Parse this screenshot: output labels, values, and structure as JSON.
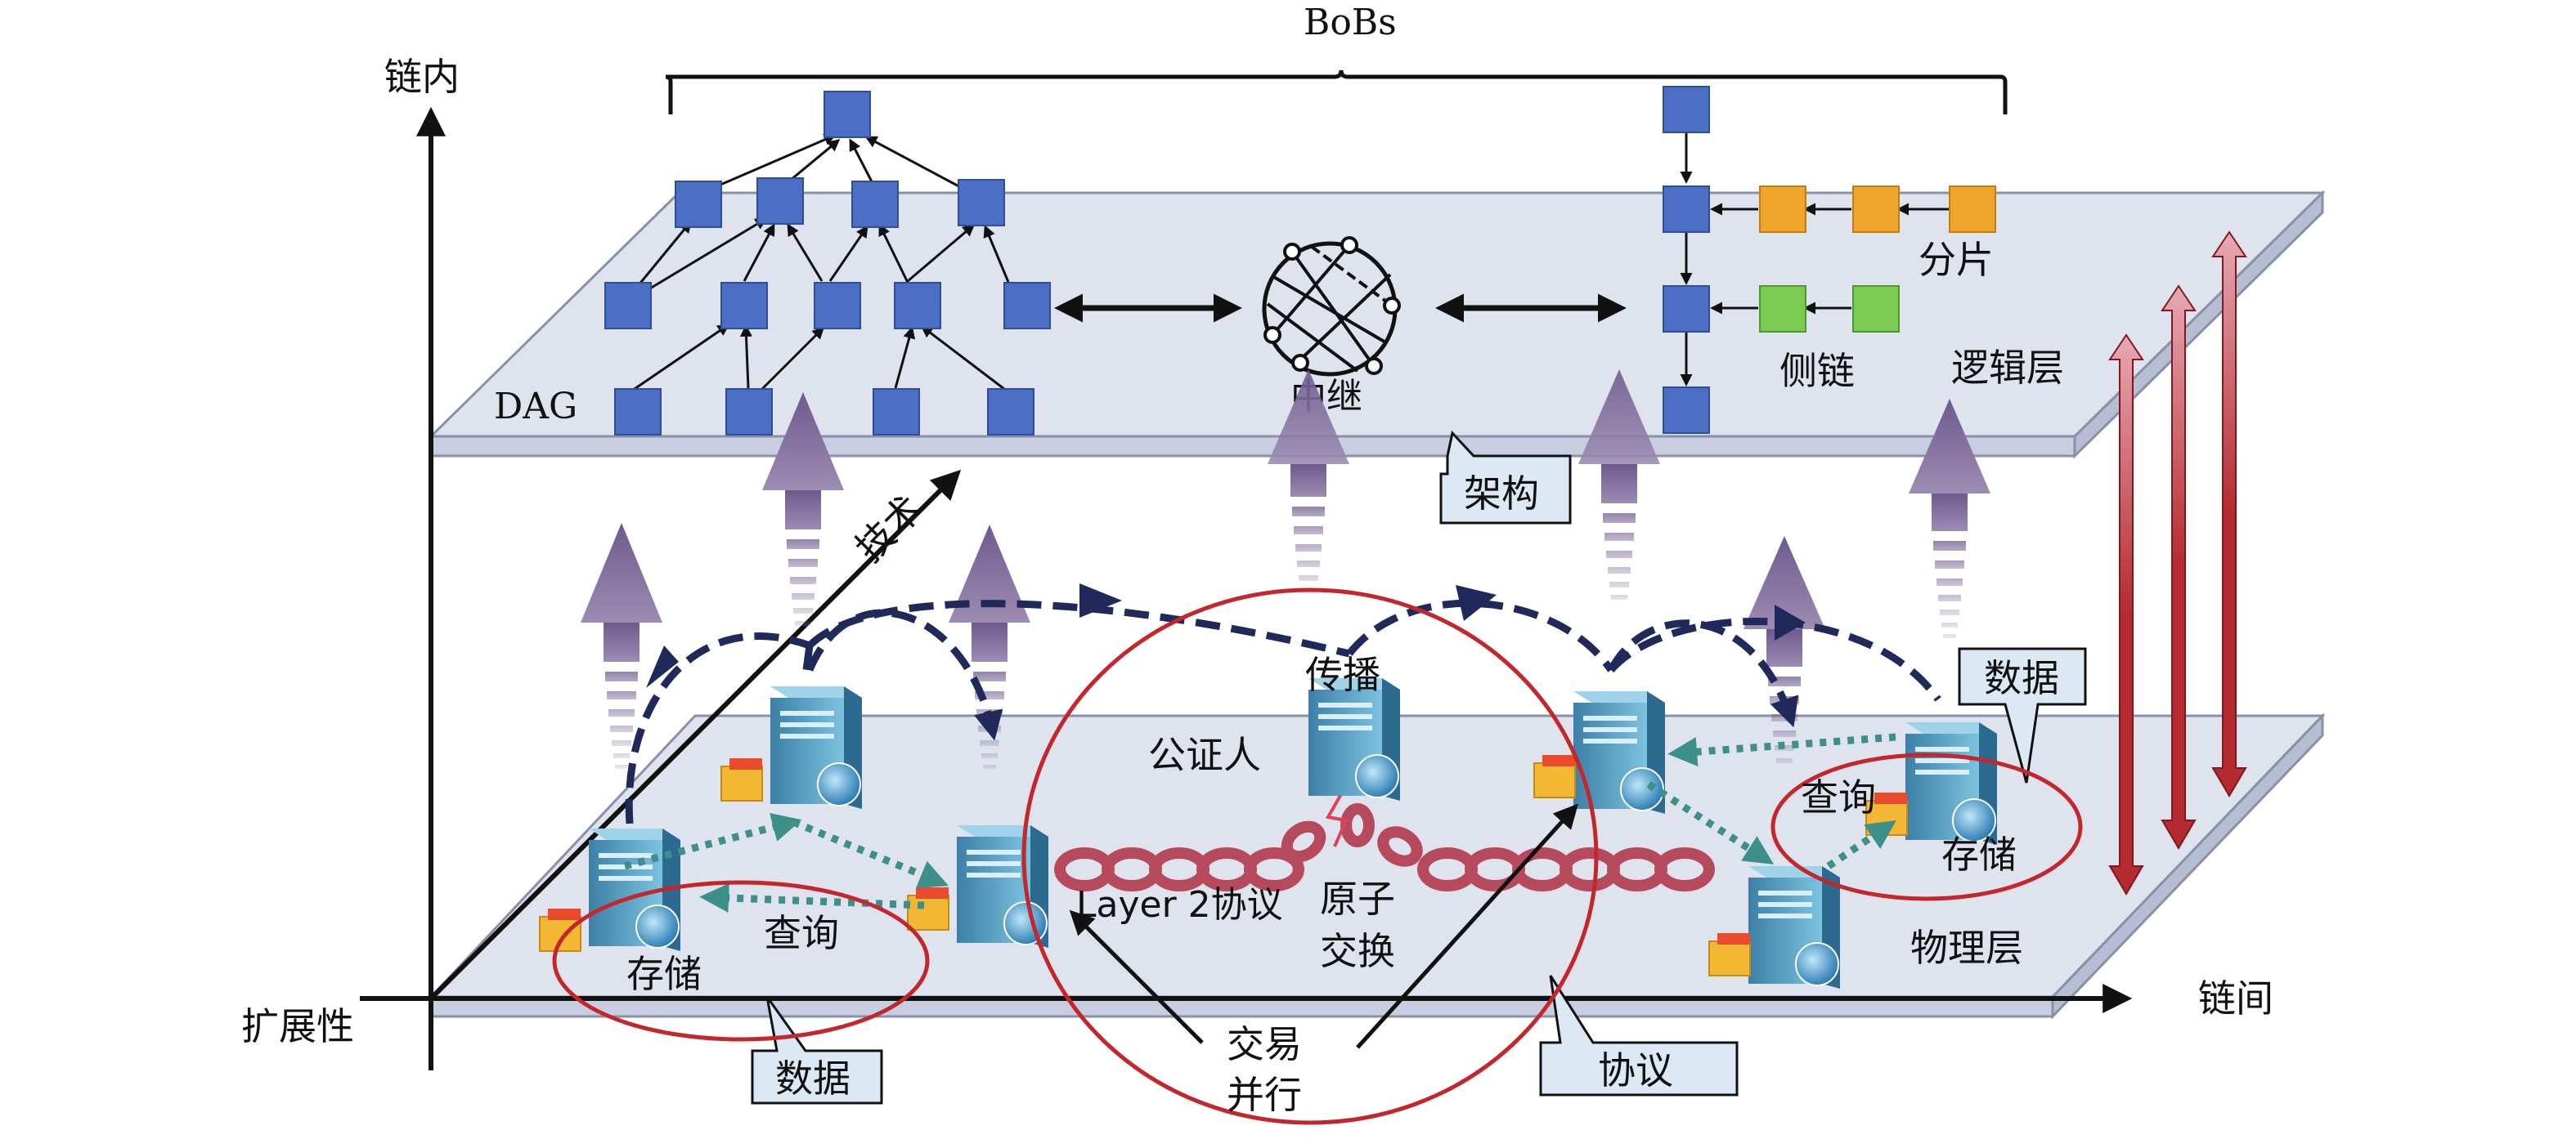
{
  "title": "BoBs",
  "axes": {
    "vertical": "链内",
    "horizontal": "链间",
    "depth": "扩展性",
    "diagonal": "技术"
  },
  "layers": {
    "logic": "逻辑层",
    "physical": "物理层"
  },
  "logic_layer": {
    "dag": "DAG",
    "relay": "中继",
    "shard": "分片",
    "sidechain": "侧链"
  },
  "callouts": {
    "architecture": "架构",
    "data_right": "数据",
    "data_left": "数据",
    "protocol": "协议"
  },
  "physical_layer": {
    "storage_left": "存储",
    "query_left": "查询",
    "storage_right": "存储",
    "query_right": "查询",
    "notary": "公证人",
    "broadcast": "传播",
    "layer2": "Layer 2协议",
    "atomic_swap_line1": "原子",
    "atomic_swap_line2": "交换",
    "parallel_line1": "交易",
    "parallel_line2": "并行"
  },
  "colors": {
    "dag_node": "#4a6fc4",
    "shard_node": "#f0a62a",
    "sidechain_node": "#7ccb52",
    "plane_fill": "#dfe3ee",
    "upward_arrow": "#7a6694",
    "dashed_route": "#1f2a5a",
    "query_arrow": "#3d8f8a",
    "chain": "#b64a5c",
    "circle": "#c2272d",
    "callout_fill": "#dce9f4",
    "vertical_arrow": "#b52a30"
  }
}
